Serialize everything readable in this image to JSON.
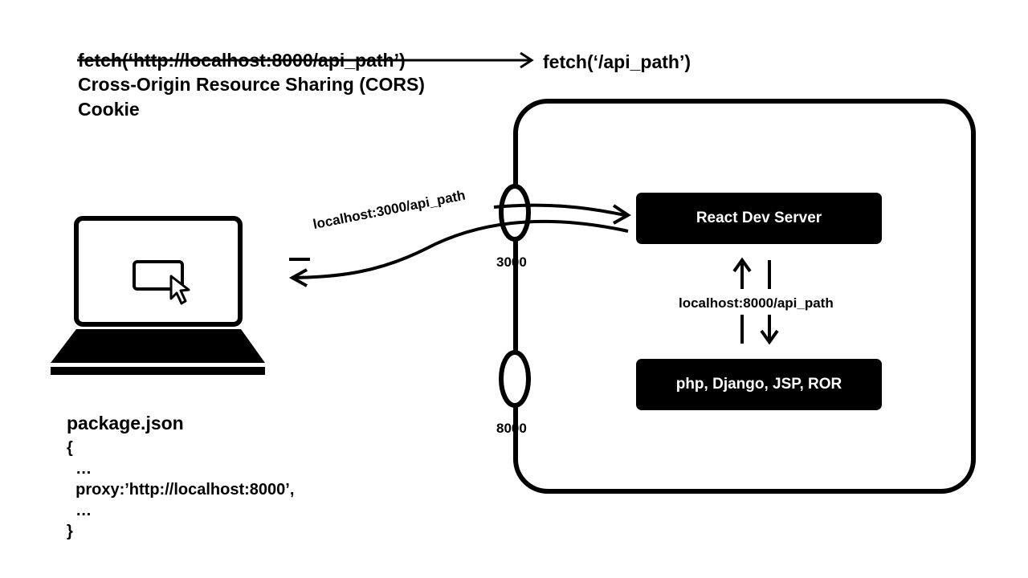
{
  "header": {
    "old_fetch": "fetch(‘http://localhost:8000/api_path’)",
    "new_fetch": "fetch(‘/api_path’)",
    "cors": "Cross-Origin Resource Sharing (CORS)",
    "cookie": "Cookie"
  },
  "server": {
    "react_dev_server": "React Dev Server",
    "backend": "php, Django, JSP, ROR",
    "internal_request": "localhost:8000/api_path",
    "port_top": "3000",
    "port_bottom": "8000"
  },
  "client": {
    "request_label": "localhost:3000/api_path"
  },
  "package_json": {
    "title": "package.json",
    "lines": [
      "{",
      "  …",
      "  proxy:’http://localhost:8000’,",
      "  …",
      "}"
    ]
  }
}
